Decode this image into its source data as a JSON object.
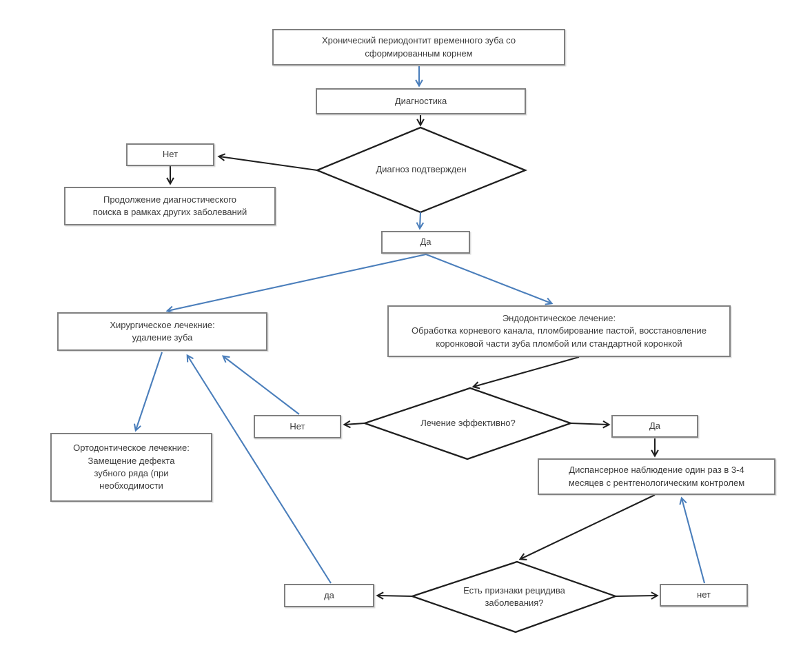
{
  "title": "Хронический периодонтит временного зуба со сформированным корнем — алгоритм",
  "colors": {
    "background": "#ffffff",
    "box_border": "#808080",
    "box_fill": "#ffffff",
    "text": "#3a3a3a",
    "connector": "#1f1f1f",
    "connector_accent": "#4a7ebb"
  },
  "diagram": {
    "nodes": {
      "start": "Хронический периодонтит временного зуба со\nсформированным корнем",
      "diagnostics": "Диагностика",
      "diagnosis_confirmed": "Диагноз подтвержден",
      "no_top": "Нет",
      "continue_search": "Продолжение диагностического\nпоиска в рамках других заболеваний",
      "yes_top": "Да",
      "surgical": "Хирургическое лечекние:\nудаление зуба",
      "endodontic": "Эндодонтическое лечение:\nОбработка корневого канала, пломбирование пастой, восстановление\nкоронковой части зуба пломбой или стандартной коронкой",
      "orthodontic": "Ортодонтическое лечекние:\nЗамещение дефекта\nзубного ряда (при\nнеобходимости",
      "treatment_effective": "Лечение эффективно?",
      "no_mid": "Нет",
      "yes_mid": "Да",
      "dispensary": "Диспансерное наблюдение один раз в 3-4\nмесяцев с рентгенологическим контролем",
      "relapse": "Есть признаки рецидива\nзаболевания?",
      "yes_bottom": "да",
      "no_bottom": "нет"
    }
  }
}
